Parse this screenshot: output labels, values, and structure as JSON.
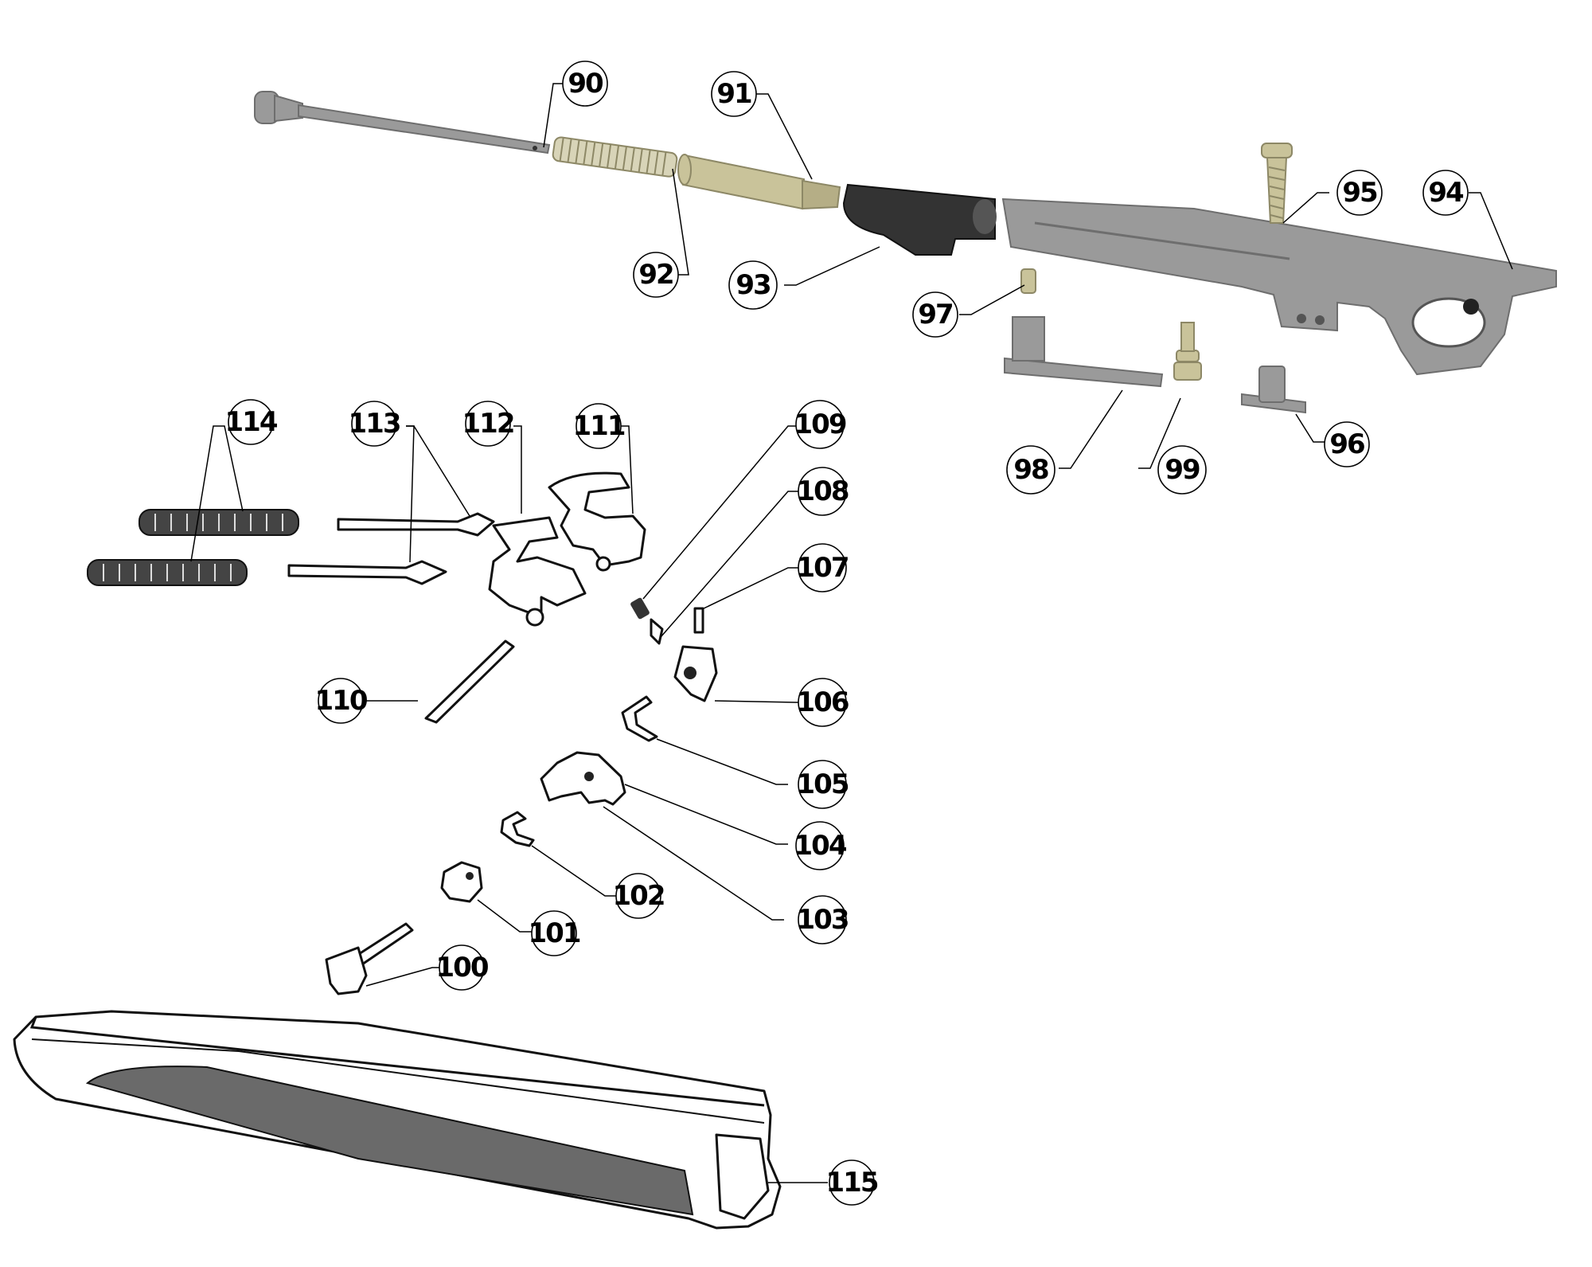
{
  "callouts": {
    "c90": "90",
    "c91": "91",
    "c92": "92",
    "c93": "93",
    "c94": "94",
    "c95": "95",
    "c96": "96",
    "c97": "97",
    "c98": "98",
    "c99": "99",
    "c100": "100",
    "c101": "101",
    "c102": "102",
    "c103": "103",
    "c104": "104",
    "c105": "105",
    "c106": "106",
    "c107": "107",
    "c108": "108",
    "c109": "109",
    "c110": "110",
    "c111": "111",
    "c112": "112",
    "c113": "113",
    "c114": "114",
    "c115": "115"
  },
  "colors": {
    "metal": "#9a9a9a",
    "brass": "#c9c39a",
    "dark": "#333333",
    "ink": "#111111"
  }
}
